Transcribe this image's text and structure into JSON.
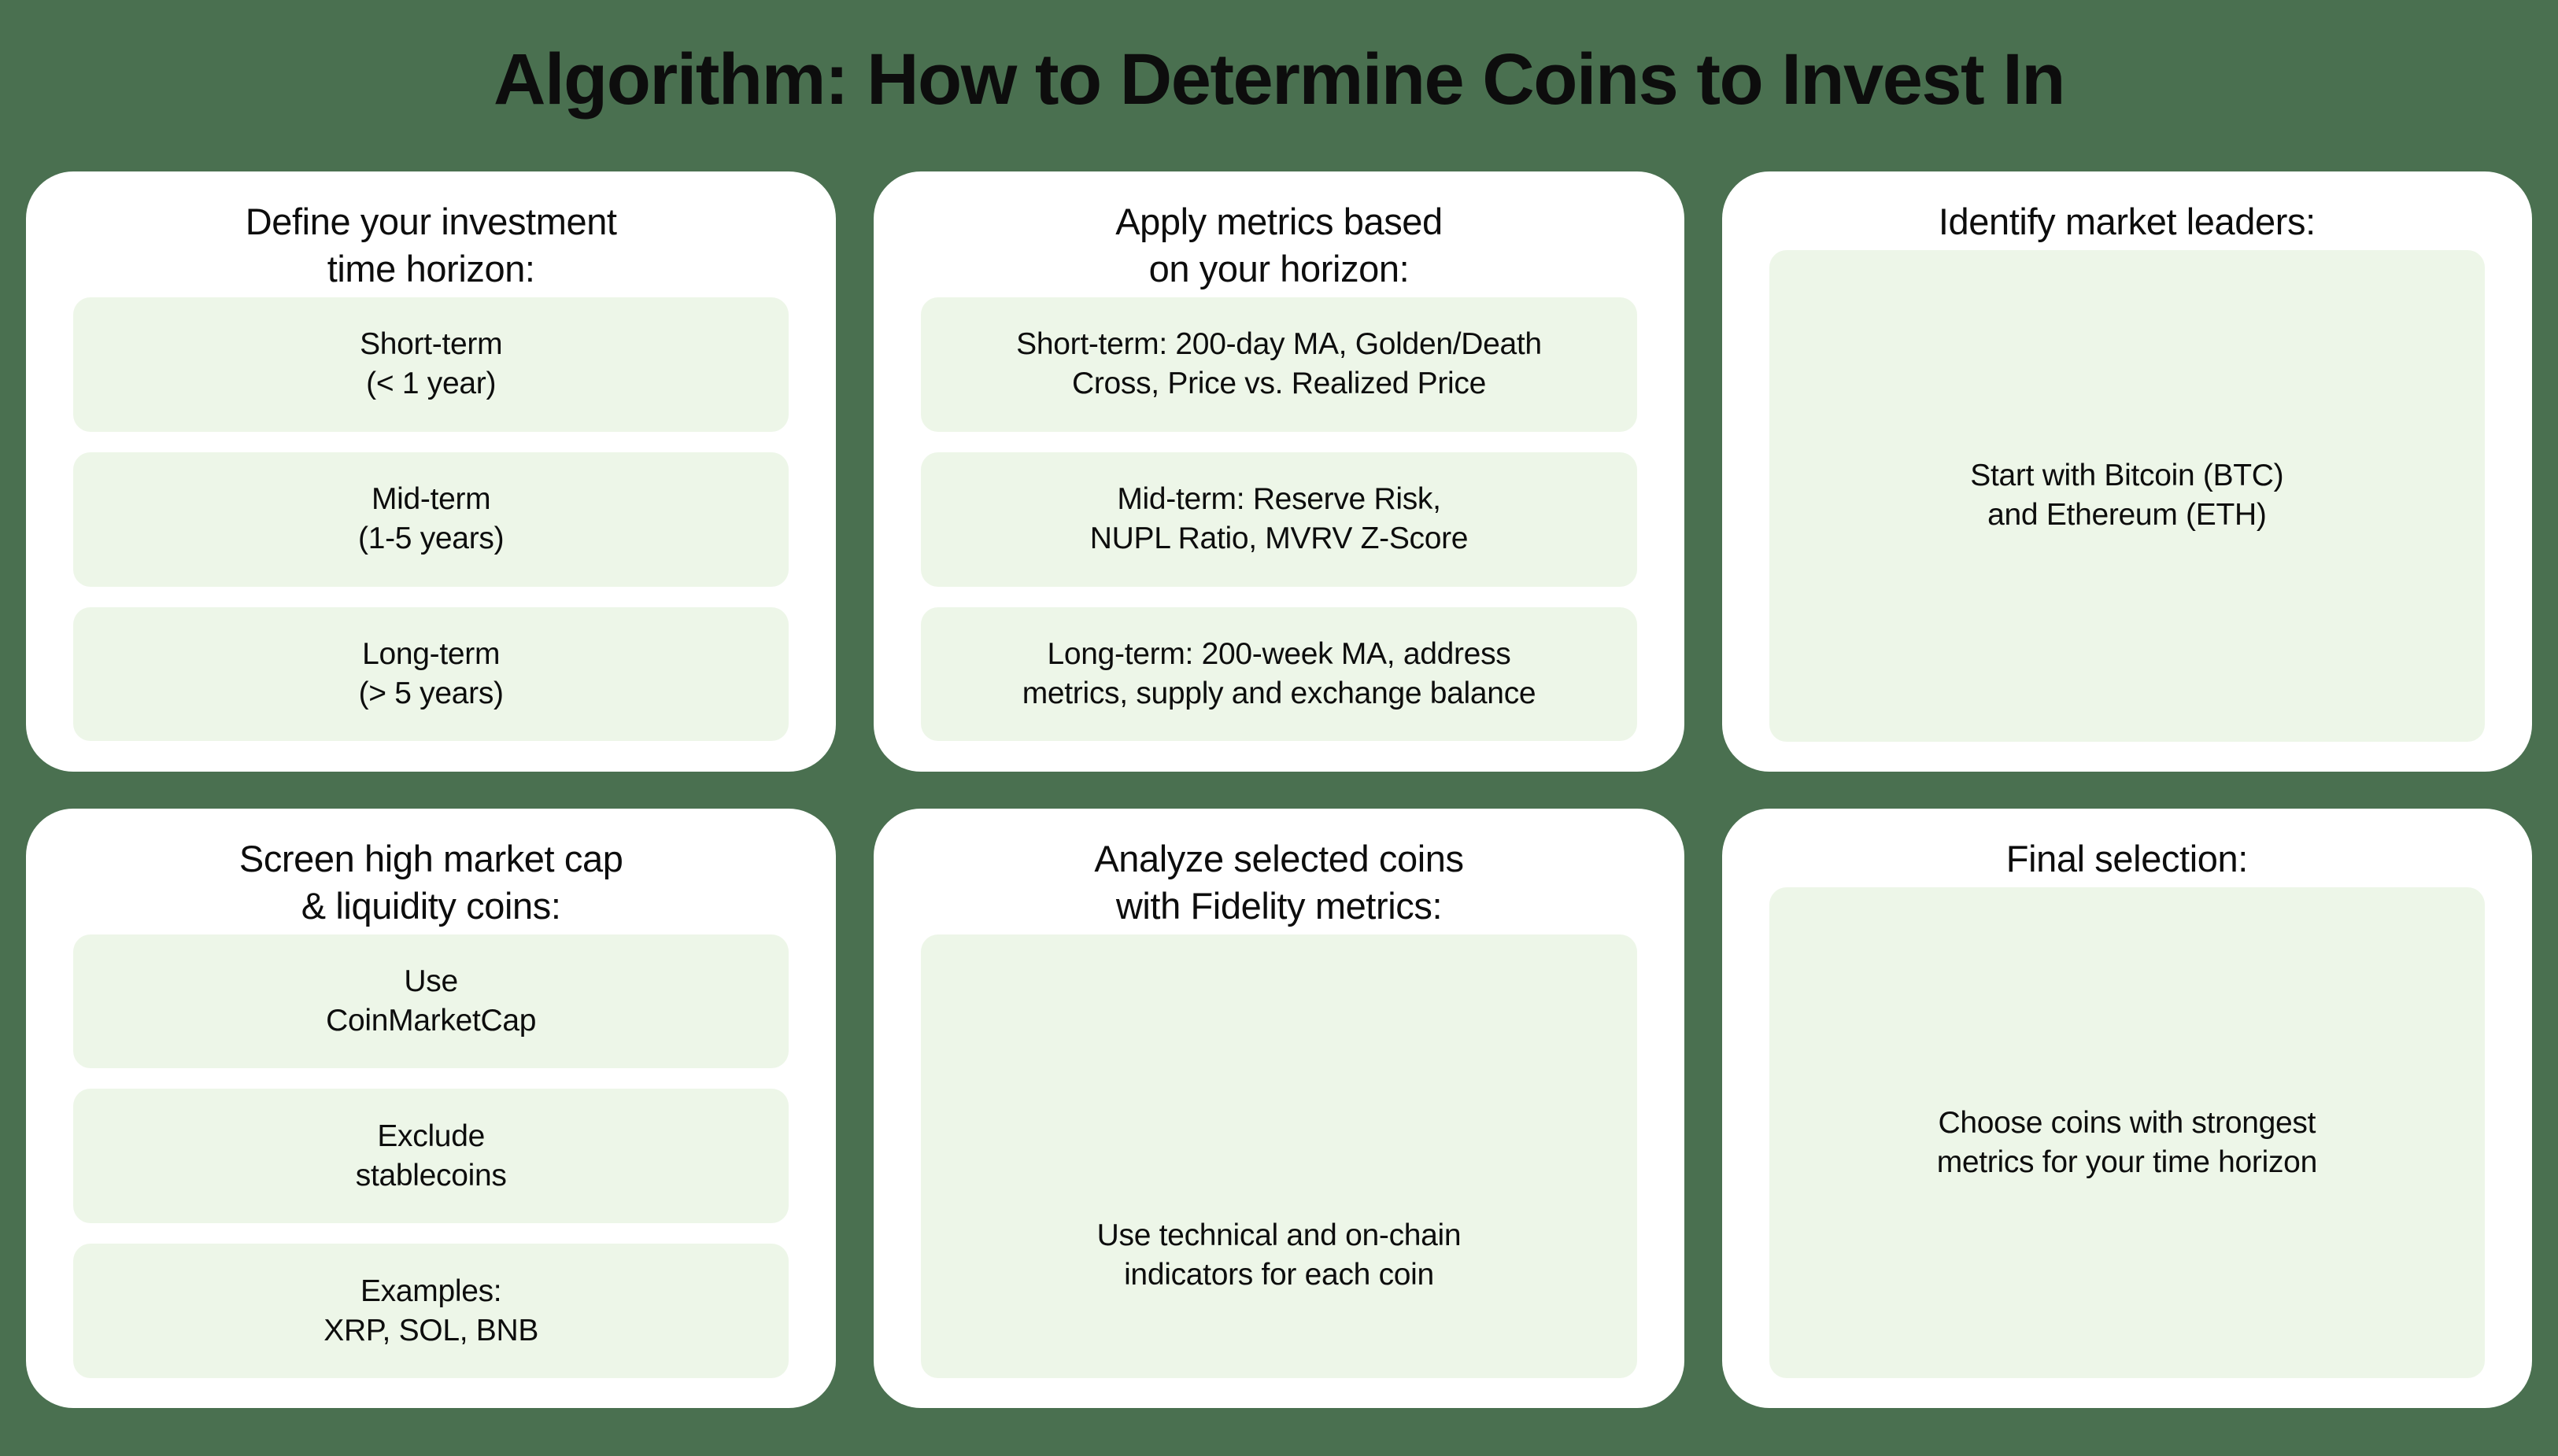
{
  "title": "Algorithm: How to Determine Coins to Invest In",
  "background_color": "#4a7050",
  "card_color": "#ffffff",
  "chip_color": "#edf6e8",
  "text_color": "#0d0d0d",
  "cards": [
    {
      "title": "Define your investment\ntime horizon:",
      "chips": [
        "Short-term\n(< 1 year)",
        "Mid-term\n(1-5 years)",
        "Long-term\n(> 5 years)"
      ]
    },
    {
      "title": "Apply metrics based\non your horizon:",
      "chips": [
        "Short-term: 200-day MA, Golden/Death\nCross, Price vs. Realized Price",
        "Mid-term: Reserve Risk,\nNUPL Ratio, MVRV Z-Score",
        "Long-term: 200-week MA, address\nmetrics, supply and exchange balance"
      ]
    },
    {
      "title": "Identify market leaders:",
      "chips": [
        "Start with Bitcoin (BTC)\nand Ethereum (ETH)"
      ]
    },
    {
      "title": "Screen high market cap\n& liquidity coins:",
      "chips": [
        "Use\nCoinMarketCap",
        "Exclude\nstablecoins",
        "Examples:\nXRP, SOL, BNB"
      ]
    },
    {
      "title": "Analyze selected coins\nwith Fidelity metrics:",
      "chips": [
        "Use technical and on-chain\nindicators for each coin"
      ]
    },
    {
      "title": "Final selection:",
      "chips": [
        "Choose coins with strongest\nmetrics for your time horizon"
      ]
    }
  ]
}
